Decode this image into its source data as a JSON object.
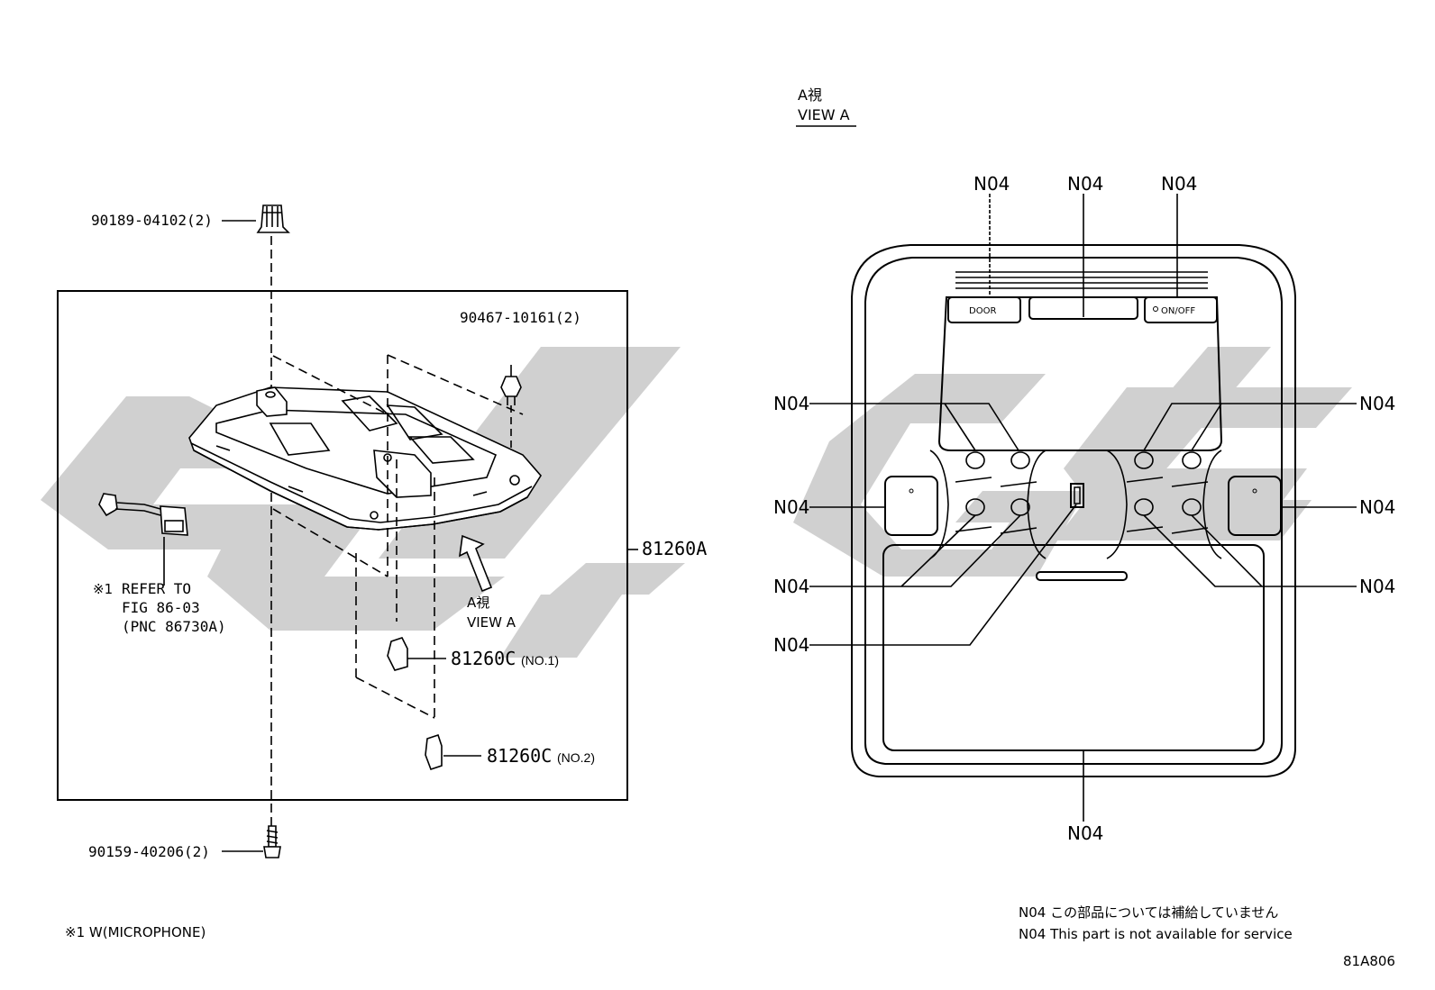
{
  "view_a": {
    "label_jp": "A視",
    "label_en": "VIEW A"
  },
  "parts": {
    "retainer": "90189-04102(2)",
    "clip": "90467-10161(2)",
    "screw": "90159-40206(2)",
    "lamp_assy": "81260A",
    "bulb_1_num": "81260C",
    "bulb_1_note": "(NO.1)",
    "bulb_2_num": "81260C",
    "bulb_2_note": "(NO.2)"
  },
  "refer": {
    "mark": "※1",
    "line1": "REFER TO",
    "line2": "FIG 86-03",
    "line3": "(PNC 86730A)"
  },
  "footnote_w": "※1 W(MICROPHONE)",
  "console_labels": {
    "door_button": "DOOR",
    "onoff_button": "ON/OFF"
  },
  "callouts": {
    "top_left": "N04",
    "top_center": "N04",
    "top_right": "N04",
    "left_upper": "N04",
    "left_pad": "N04",
    "left_lower": "N04",
    "left_switch": "N04",
    "right_upper": "N04",
    "right_pad": "N04",
    "right_lower": "N04",
    "bottom": "N04"
  },
  "notes": {
    "jp": "N04 この部品については補給していません",
    "en": "N04 This part is not available for service"
  },
  "figure_id": "81A806",
  "watermark_color": "#c8c8c8"
}
